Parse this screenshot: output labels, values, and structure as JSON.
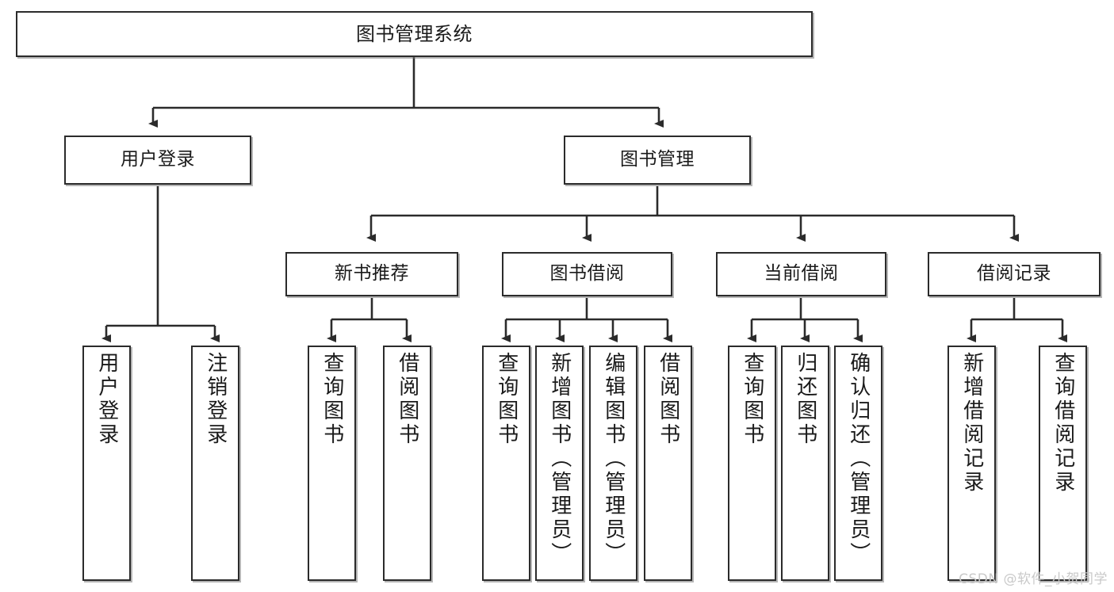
{
  "diagram": {
    "type": "tree-hierarchy",
    "title": "图书管理系统",
    "watermark": "CSDN @软件_小贺同学",
    "colors": {
      "node_border": "#2b2b2b",
      "node_fill": "#ffffff",
      "edge": "#2b2b2b",
      "watermark": "#c9c9c9"
    },
    "nodes": {
      "root": {
        "label": "图书管理系统"
      },
      "level2": [
        {
          "label": "用户登录"
        },
        {
          "label": "图书管理"
        }
      ],
      "level3": [
        {
          "label": "新书推荐"
        },
        {
          "label": "图书借阅"
        },
        {
          "label": "当前借阅"
        },
        {
          "label": "借阅记录"
        }
      ],
      "leaves": [
        {
          "label": "用户登录",
          "parent": "用户登录"
        },
        {
          "label": "注销登录",
          "parent": "用户登录"
        },
        {
          "label": "查询图书",
          "parent": "新书推荐"
        },
        {
          "label": "借阅图书",
          "parent": "新书推荐"
        },
        {
          "label": "查询图书",
          "parent": "图书借阅"
        },
        {
          "label": "新增图书（管理员）",
          "parent": "图书借阅"
        },
        {
          "label": "编辑图书（管理员）",
          "parent": "图书借阅"
        },
        {
          "label": "借阅图书",
          "parent": "图书借阅"
        },
        {
          "label": "查询图书",
          "parent": "当前借阅"
        },
        {
          "label": "归还图书",
          "parent": "当前借阅"
        },
        {
          "label": "确认归还（管理员）",
          "parent": "当前借阅"
        },
        {
          "label": "新增借阅记录",
          "parent": "借阅记录"
        },
        {
          "label": "查询借阅记录",
          "parent": "借阅记录"
        }
      ]
    }
  }
}
